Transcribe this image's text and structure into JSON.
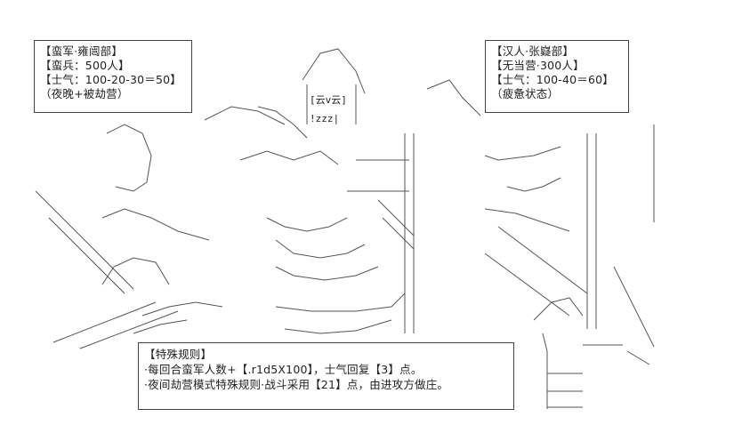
{
  "left_panel": {
    "lines": [
      "【蛮军·雍闿部】",
      "【蛮兵：500人】",
      "【士气：100-20-30＝50】",
      "（夜晚+被劫营）"
    ]
  },
  "right_panel": {
    "lines": [
      "【汉人·张嶷部】",
      "【无当营·300人】",
      "【士气：100-40＝60】",
      "（疲惫状态）"
    ]
  },
  "rules_panel": {
    "lines": [
      "【特殊规则】",
      "·每回合蛮军人数+【.r1d5X100】，士气回复【3】点。",
      "·夜间劫营模式特殊规则·战斗采用【21】点，由进攻方做庄。"
    ]
  },
  "art_text": {
    "sign_zzz": "!zzz|",
    "sign_yun": "[云v云]"
  }
}
